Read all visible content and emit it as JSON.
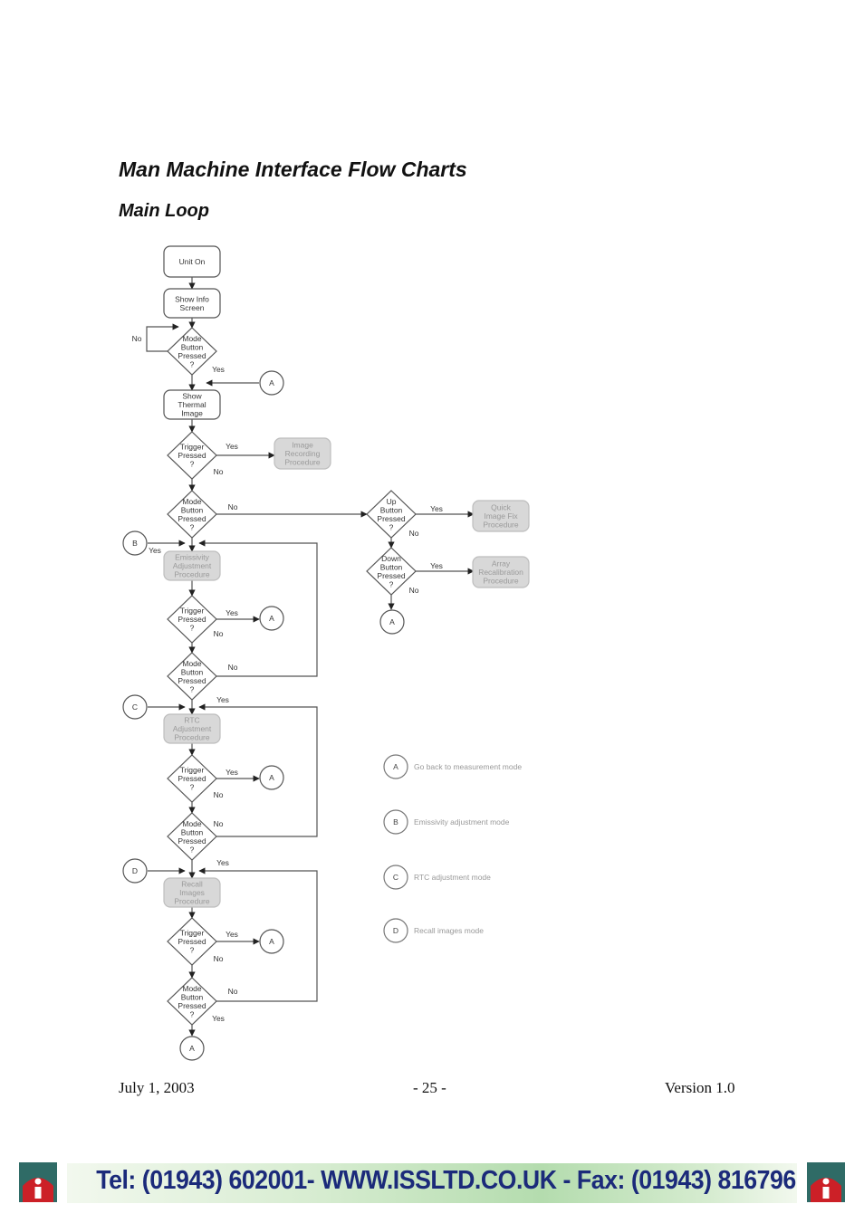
{
  "page": {
    "title": "Man Machine Interface Flow Charts",
    "subtitle": "Main Loop"
  },
  "diagram": {
    "nodes": [
      {
        "id": "unit_on",
        "kind": "terminal",
        "lines": [
          "Unit On"
        ]
      },
      {
        "id": "show_info",
        "kind": "process",
        "lines": [
          "Show Info",
          "Screen"
        ]
      },
      {
        "id": "d_mode1",
        "kind": "decision",
        "lines": [
          "Mode",
          "Button",
          "Pressed",
          "?"
        ]
      },
      {
        "id": "show_thermal",
        "kind": "process",
        "lines": [
          "Show",
          "Thermal",
          "Image"
        ]
      },
      {
        "id": "d_trig1",
        "kind": "decision",
        "lines": [
          "Trigger",
          "Pressed",
          "?"
        ]
      },
      {
        "id": "p_img_rec",
        "kind": "subprocess",
        "lines": [
          "Image",
          "Recording",
          "Procedure"
        ]
      },
      {
        "id": "d_mode2",
        "kind": "decision",
        "lines": [
          "Mode",
          "Button",
          "Pressed",
          "?"
        ]
      },
      {
        "id": "d_up",
        "kind": "decision",
        "lines": [
          "Up",
          "Button",
          "Pressed",
          "?"
        ]
      },
      {
        "id": "p_quick",
        "kind": "subprocess",
        "lines": [
          "Quick",
          "Image Fix",
          "Procedure"
        ]
      },
      {
        "id": "d_down",
        "kind": "decision",
        "lines": [
          "Down",
          "Button",
          "Pressed",
          "?"
        ]
      },
      {
        "id": "p_array",
        "kind": "subprocess",
        "lines": [
          "Array",
          "Recalibration",
          "Procedure"
        ]
      },
      {
        "id": "p_emis",
        "kind": "subprocess",
        "lines": [
          "Emissivity",
          "Adjustment",
          "Procedure"
        ]
      },
      {
        "id": "d_trig2",
        "kind": "decision",
        "lines": [
          "Trigger",
          "Pressed",
          "?"
        ]
      },
      {
        "id": "d_mode3",
        "kind": "decision",
        "lines": [
          "Mode",
          "Button",
          "Pressed",
          "?"
        ]
      },
      {
        "id": "p_rtc",
        "kind": "subprocess",
        "lines": [
          "RTC",
          "Adjustment",
          "Procedure"
        ]
      },
      {
        "id": "d_trig3",
        "kind": "decision",
        "lines": [
          "Trigger",
          "Pressed",
          "?"
        ]
      },
      {
        "id": "d_mode4",
        "kind": "decision",
        "lines": [
          "Mode",
          "Button",
          "Pressed",
          "?"
        ]
      },
      {
        "id": "p_recall",
        "kind": "subprocess",
        "lines": [
          "Recall",
          "Images",
          "Procedure"
        ]
      },
      {
        "id": "d_trig4",
        "kind": "decision",
        "lines": [
          "Trigger",
          "Pressed",
          "?"
        ]
      },
      {
        "id": "d_mode5",
        "kind": "decision",
        "lines": [
          "Mode",
          "Button",
          "Pressed",
          "?"
        ]
      }
    ],
    "connectors": [
      {
        "id": "c_a_top",
        "letter": "A"
      },
      {
        "id": "c_a_trig2",
        "letter": "A"
      },
      {
        "id": "c_a_right",
        "letter": "A"
      },
      {
        "id": "c_b",
        "letter": "B"
      },
      {
        "id": "c_c",
        "letter": "C"
      },
      {
        "id": "c_a_trig3",
        "letter": "A"
      },
      {
        "id": "c_d",
        "letter": "D"
      },
      {
        "id": "c_a_trig4",
        "letter": "A"
      },
      {
        "id": "c_a_bottom",
        "letter": "A"
      }
    ],
    "edge_labels": [
      {
        "id": "l_no_mode1",
        "text": "No"
      },
      {
        "id": "l_yes_mode1",
        "text": "Yes"
      },
      {
        "id": "l_yes_trig1",
        "text": "Yes"
      },
      {
        "id": "l_no_trig1",
        "text": "No"
      },
      {
        "id": "l_no_mode2",
        "text": "No"
      },
      {
        "id": "l_yes_b",
        "text": "Yes"
      },
      {
        "id": "l_yes_up",
        "text": "Yes"
      },
      {
        "id": "l_no_up",
        "text": "No"
      },
      {
        "id": "l_yes_down",
        "text": "Yes"
      },
      {
        "id": "l_no_down",
        "text": "No"
      },
      {
        "id": "l_yes_trig2",
        "text": "Yes"
      },
      {
        "id": "l_no_trig2",
        "text": "No"
      },
      {
        "id": "l_no_mode3",
        "text": "No"
      },
      {
        "id": "l_yes_mode3",
        "text": "Yes"
      },
      {
        "id": "l_yes_trig3",
        "text": "Yes"
      },
      {
        "id": "l_no_trig3",
        "text": "No"
      },
      {
        "id": "l_no_mode4",
        "text": "No"
      },
      {
        "id": "l_yes_mode4",
        "text": "Yes"
      },
      {
        "id": "l_yes_trig4",
        "text": "Yes"
      },
      {
        "id": "l_no_trig4",
        "text": "No"
      },
      {
        "id": "l_no_mode5",
        "text": "No"
      },
      {
        "id": "l_yes_mode5",
        "text": "Yes"
      }
    ],
    "legend": [
      {
        "letter": "A",
        "text": "Go back to measurement mode"
      },
      {
        "letter": "B",
        "text": "Emissivity adjustment mode"
      },
      {
        "letter": "C",
        "text": "RTC adjustment mode"
      },
      {
        "letter": "D",
        "text": "Recall images mode"
      }
    ]
  },
  "footer": {
    "date": "July 1, 2003",
    "page": "- 25 -",
    "version": "Version 1.0"
  },
  "banner": {
    "text": "Tel: (01943) 602001- WWW.ISSLTD.CO.UK - Fax: (01943) 816796",
    "logo_letter": "i"
  },
  "colors": {
    "line": "#555555",
    "subprocess_fill": "#d8d8d8",
    "subprocess_text": "#9a9a9a",
    "banner_text": "#1b2a7a",
    "logo_red": "#cc2027",
    "logo_teal": "#2f6b66"
  }
}
